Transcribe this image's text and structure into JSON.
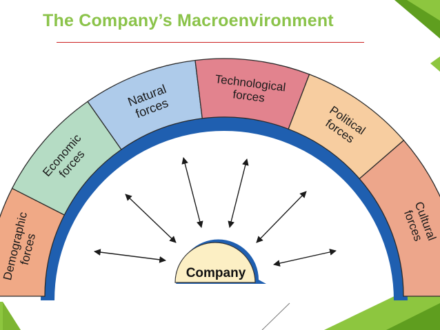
{
  "title": "The Company’s Macroenvironment",
  "center": {
    "label": "Company",
    "fill": "#FCEFC4"
  },
  "forces": [
    {
      "lines": [
        "Demographic",
        "forces"
      ],
      "fill": "#F0A986"
    },
    {
      "lines": [
        "Economic",
        "forces"
      ],
      "fill": "#B5DCC4"
    },
    {
      "lines": [
        "Natural",
        "forces"
      ],
      "fill": "#AECBEA"
    },
    {
      "lines": [
        "Technological",
        "forces"
      ],
      "fill": "#E2838E"
    },
    {
      "lines": [
        "Political",
        "forces"
      ],
      "fill": "#F7CDA0"
    },
    {
      "lines": [
        "Cultural",
        "forces"
      ],
      "fill": "#EDA68B"
    }
  ],
  "colors": {
    "title": "#8BC34A",
    "underline": "#CC1F1F",
    "arch_shadow": "#1F5FB0",
    "accent_green": "#8DC63F",
    "accent_dark_green": "#5F9E1F",
    "arrow": "#1a1a1a"
  }
}
